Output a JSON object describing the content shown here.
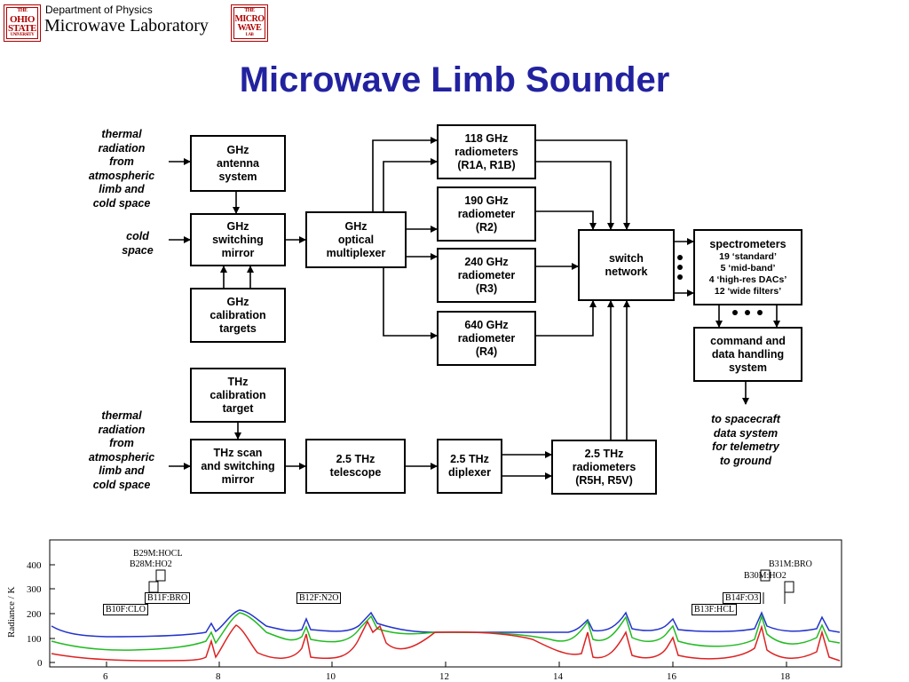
{
  "header": {
    "department": "Department of Physics",
    "lab": "Microwave Laboratory",
    "logo_left": {
      "top": "THE",
      "line1": "OHIO",
      "line2": "STATE",
      "bottom": "UNIVERSITY"
    },
    "logo_right": {
      "top": "THE",
      "line1": "MICRO",
      "line2": "WAVE",
      "bottom": "LAB"
    }
  },
  "title": "Microwave Limb Sounder",
  "diagram": {
    "notes": {
      "thermal_top": "thermal\nradiation\nfrom\natmospheric\nlimb and\ncold space",
      "cold_space": "cold\nspace",
      "thermal_bottom": "thermal\nradiation\nfrom\natmospheric\nlimb and\ncold space",
      "to_spacecraft": "to spacecraft\ndata system\nfor telemetry\nto ground"
    },
    "boxes": {
      "ghz_antenna": "GHz\nantenna\nsystem",
      "ghz_switching": "GHz\nswitching\nmirror",
      "ghz_calibration": "GHz\ncalibration\ntargets",
      "ghz_optical": "GHz\noptical\nmultiplexer",
      "r118": "118 GHz\nradiometers\n(R1A, R1B)",
      "r190": "190 GHz\nradiometer\n(R2)",
      "r240": "240 GHz\nradiometer\n(R3)",
      "r640": "640 GHz\nradiometer\n(R4)",
      "switch_network": "switch\nnetwork",
      "spectrometers_title": "spectrometers",
      "spectrometers_lines": [
        "19 ‘standard’",
        "5 ‘mid-band’",
        "4 ‘high-res DACs’",
        "12 ‘wide filters’"
      ],
      "cmd_data": "command and\ndata handling\nsystem",
      "thz_calibration": "THz\ncalibration\ntarget",
      "thz_scan": "THz scan\nand switching\nmirror",
      "thz_telescope": "2.5 THz\ntelescope",
      "thz_diplexer": "2.5 THz\ndiplexer",
      "thz_radiometers": "2.5 THz\nradiometers\n(R5H, R5V)"
    }
  },
  "spectrum": {
    "ylabel": "Radiance / K",
    "y_ticks": [
      "400",
      "300",
      "200",
      "100",
      "0"
    ],
    "x_ticks": [
      "6",
      "8",
      "10",
      "12",
      "14",
      "16",
      "18"
    ],
    "band_labels": {
      "b29": "B29M:HOCL",
      "b28": "B28M:HO2",
      "b11": "B11F:BRO",
      "b10": "B10F:CLO",
      "b12": "B12F:N2O",
      "b31": "B31M:BRO",
      "b30": "B30M:HO2",
      "b14": "B14F:O3",
      "b13": "B13F:HCL"
    },
    "colors": {
      "blue": "#2233cc",
      "green": "#22bb22",
      "red": "#dd2222"
    }
  }
}
